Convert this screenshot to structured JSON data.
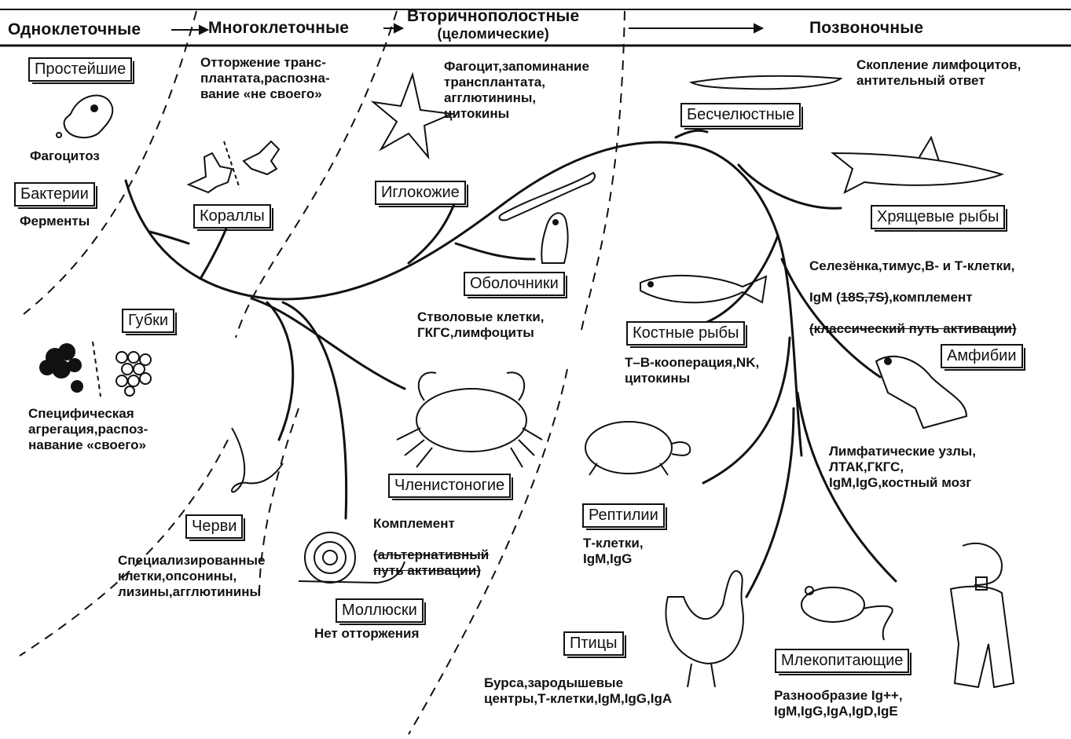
{
  "header": {
    "unicellular": "Одноклеточные",
    "multicellular": "Многоклеточные",
    "coelomic_line1": "Вторичнополостные",
    "coelomic_line2": "(целомические)",
    "vertebrates": "Позвоночные"
  },
  "groups": {
    "protozoa": "Простейшие",
    "bacteria": "Бактерии",
    "sponges": "Губки",
    "corals": "Кораллы",
    "worms": "Черви",
    "mollusks": "Моллюски",
    "echinoderms": "Иглокожие",
    "tunicates": "Оболочники",
    "arthropods": "Членистоногие",
    "agnatha": "Бесчелюстные",
    "cartilaginous_fish": "Хрящевые рыбы",
    "bony_fish": "Костные рыбы",
    "amphibians": "Амфибии",
    "reptiles": "Рептилии",
    "birds": "Птицы",
    "mammals": "Млекопитающие"
  },
  "notes": {
    "protozoa": "Фагоцитоз",
    "bacteria": "Ферменты",
    "sponges": "Специфическая\nагрегация,распоз-\nнавание «своего»",
    "corals": "Отторжение транс-\nплантата,распозна-\nвание «не своего»",
    "worms": "Специализированные\nклетки,опсонины,\nлизины,агглютинины",
    "mollusks": "Нет отторжения",
    "echinoderms": "Фагоцит,запоминание\nтрансплантата,\nагглютинины,\nцитокины",
    "tunicates": "Стволовые клетки,\nГКГС,лимфоциты",
    "arthropods_main": "Комплемент",
    "arthropods_struck": "(альтернативный\nпуть активации)",
    "agnatha": "Скопление лимфоцитов,\nантительный ответ",
    "cartilaginous_line1": "Селезёнка,тимус,В- и Т-клетки,",
    "cartilaginous_line2_prefix": "IgM (",
    "cartilaginous_line2_struck": "18S,7S)",
    "cartilaginous_line2_suffix": ",комплемент",
    "cartilaginous_line3": "(классический путь активации)",
    "bony_fish": "Т–В-кооперация,NK,\nцитокины",
    "amphibians": "Лимфатические узлы,\nЛТАК,ГКГС,\nIgM,IgG,костный мозг",
    "reptiles": "Т-клетки,\nIgM,IgG",
    "birds": "Бурса,зародышевые\nцентры,Т-клетки,IgM,IgG,IgA",
    "mammals": "Разнообразие Ig++,\nIgM,IgG,IgA,IgD,IgE"
  }
}
